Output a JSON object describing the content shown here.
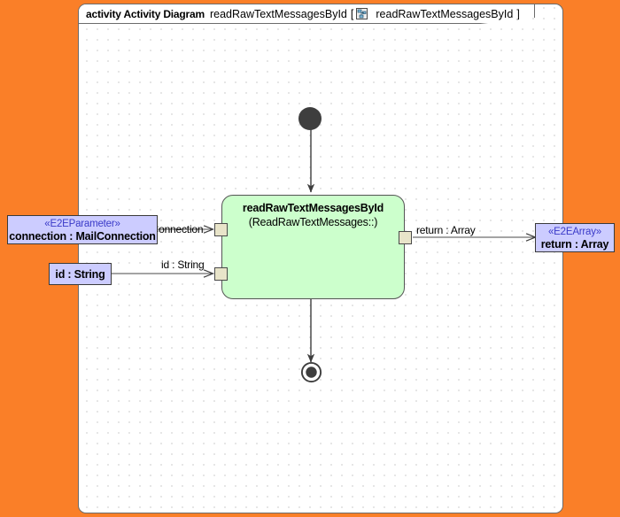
{
  "frame": {
    "kind_label": "activity Activity Diagram",
    "diagram_name": "readRawTextMessagesById",
    "bracket_open": "[",
    "icon": "activity-diagram-icon",
    "ref_name": "readRawTextMessagesById",
    "bracket_close": "]",
    "background_color": "#FA7F28",
    "canvas_color": "#FFFFFF",
    "border_color": "#6B6B6B"
  },
  "activity": {
    "title": "readRawTextMessagesById",
    "subtitle": "(ReadRawTextMessages::)",
    "fill_color": "#CCFFCC",
    "border_color": "#555555"
  },
  "nodes": {
    "initial": {
      "name": "initial-node",
      "fill_color": "#3E3E3E"
    },
    "final": {
      "name": "activity-final-node",
      "fill_color": "#3E3E3E"
    }
  },
  "pins": [
    {
      "name": "input-pin-connection",
      "fill_color": "#E8E4C9"
    },
    {
      "name": "input-pin-id",
      "fill_color": "#E8E4C9"
    },
    {
      "name": "output-pin-return",
      "fill_color": "#E8E4C9"
    }
  ],
  "parameters": [
    {
      "id": "connection",
      "stereotype": "«E2EParameter»",
      "label": "connection : MailConnection",
      "fill_color": "#CCCCFF",
      "stereotype_color": "#3A3AC8"
    },
    {
      "id": "id",
      "stereotype": "",
      "label": "id : String",
      "fill_color": "#CCCCFF",
      "stereotype_color": "#3A3AC8"
    },
    {
      "id": "return",
      "stereotype": "«E2EArray»",
      "label": "return : Array",
      "fill_color": "#CCCCFF",
      "stereotype_color": "#3A3AC8"
    }
  ],
  "edge_labels": {
    "connection": "connection : MailConnection",
    "id": "id : String",
    "return": "return : Array"
  }
}
